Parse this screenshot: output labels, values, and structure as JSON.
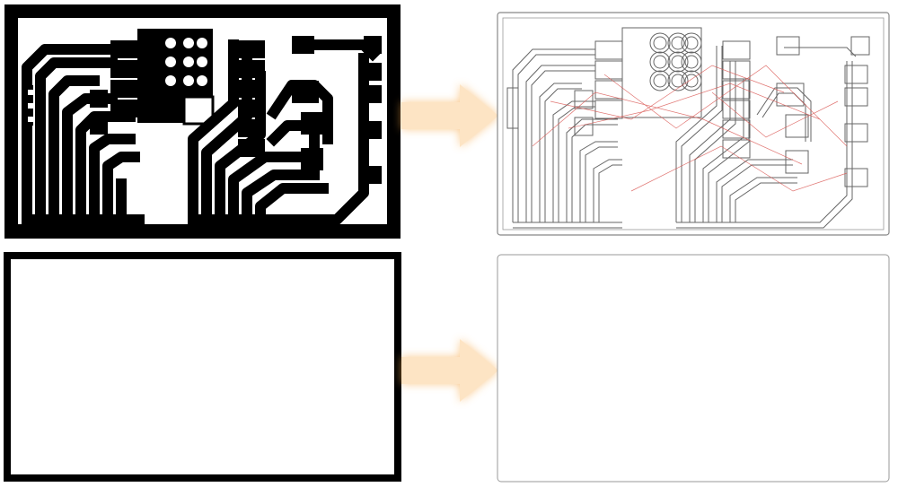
{
  "panels": [
    {
      "id": "traces-png",
      "label": ""
    },
    {
      "id": "traces-toolpath",
      "label": ""
    },
    {
      "id": "outline-png",
      "label": ""
    },
    {
      "id": "outline-toolpath",
      "label": ""
    }
  ],
  "arrows": [
    {
      "from": "traces-png",
      "to": "traces-toolpath"
    },
    {
      "from": "outline-png",
      "to": "outline-toolpath"
    }
  ],
  "colors": {
    "mask_black": "#000000",
    "toolpath_line": "#555555",
    "toolpath_red": "#d9534f",
    "arrow_fill": "#fde4c4",
    "arrow_glow": "#f7a94a"
  }
}
